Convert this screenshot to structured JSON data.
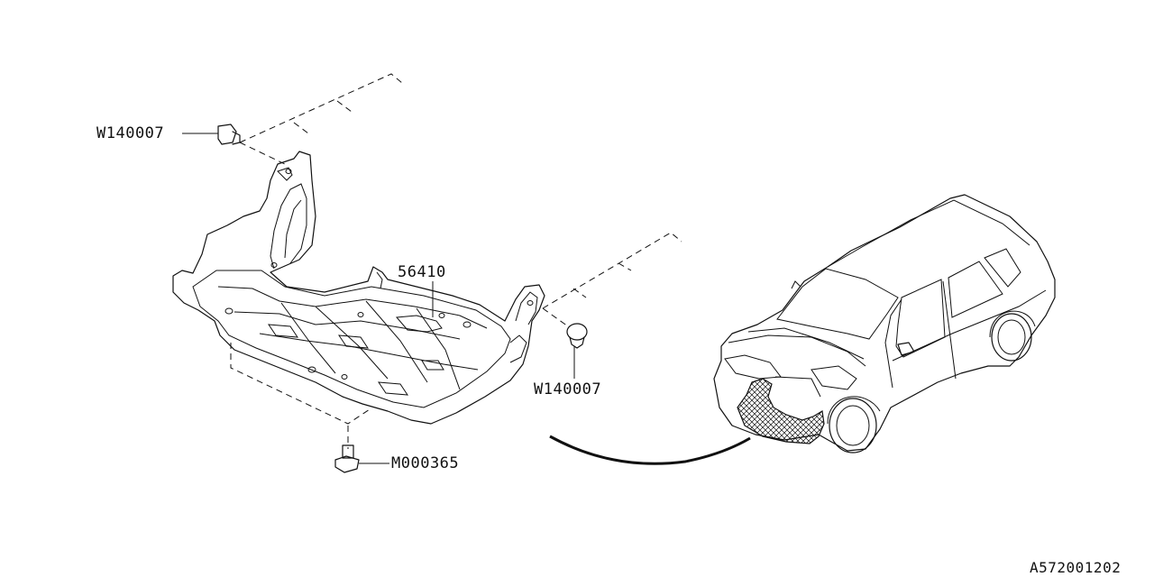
{
  "diagram": {
    "parts": [
      {
        "id": "W140007",
        "label": "W140007"
      },
      {
        "id": "56410",
        "label": "56410"
      },
      {
        "id": "W140007",
        "label": "W140007"
      },
      {
        "id": "M000365",
        "label": "M000365"
      }
    ],
    "figure_code": "A572001202"
  }
}
